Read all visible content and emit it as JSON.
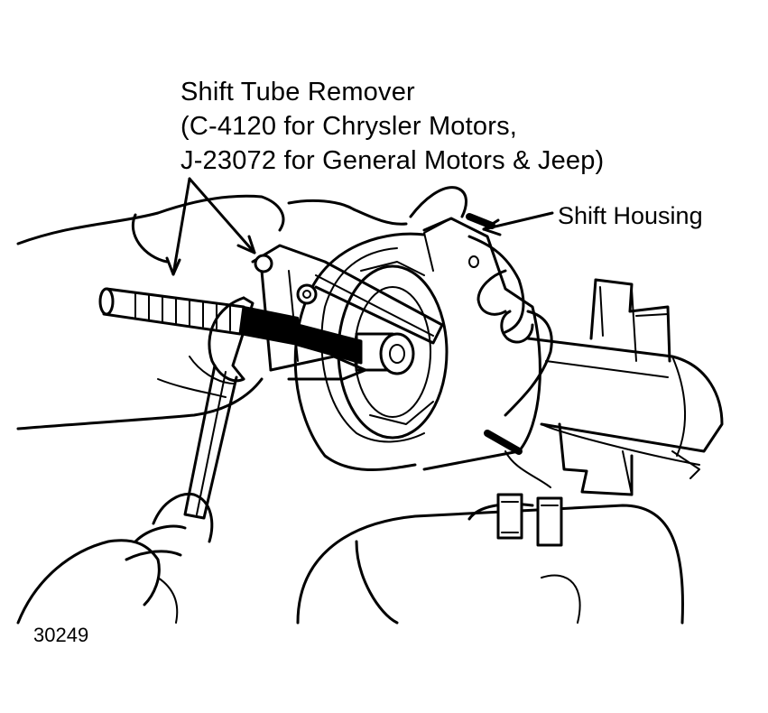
{
  "labels": {
    "tool_lines": [
      "Shift Tube Remover",
      "(C-4120 for Chrysler Motors,",
      "J-23072 for General Motors & Jeep)"
    ],
    "housing": "Shift Housing"
  },
  "figure_number": "30249",
  "colors": {
    "ink": "#000000",
    "paper": "#ffffff"
  }
}
